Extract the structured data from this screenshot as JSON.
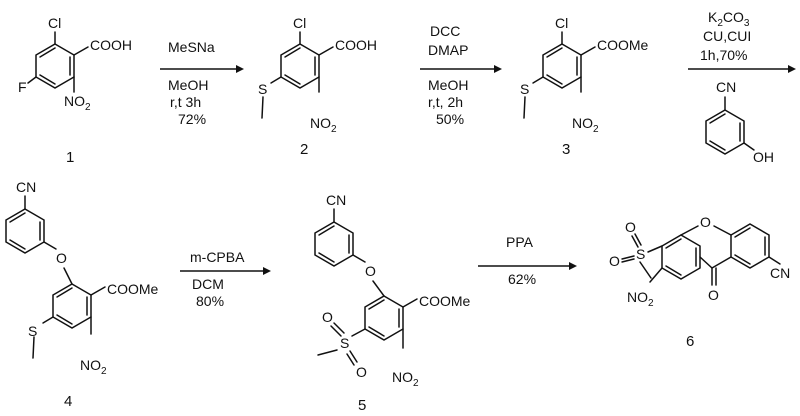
{
  "compounds": [
    {
      "number": "1"
    },
    {
      "number": "2"
    },
    {
      "number": "3"
    },
    {
      "number": "4"
    },
    {
      "number": "5"
    },
    {
      "number": "6"
    }
  ],
  "atom_labels": {
    "cl": "Cl",
    "cooh": "COOH",
    "coome": "COOMe",
    "f": "F",
    "no": "NO",
    "two": "2",
    "s": "S",
    "o": "O",
    "cn": "CN",
    "oh": "OH"
  },
  "steps": [
    {
      "reagent": "MeSNa",
      "solvent": "MeOH",
      "conditions": "r,t  3h",
      "yield": "72%"
    },
    {
      "reagent": "DCC",
      "reagent2": "DMAP",
      "solvent": "MeOH",
      "conditions": "r,t,  2h",
      "yield": "50%"
    },
    {
      "reagent_prefix": "K",
      "reagent_sub": "2",
      "reagent_suffix": "CO",
      "reagent_sub2": "3",
      "reagent2": "CU,CUI",
      "conditions": "1h,70%"
    },
    {
      "reagent": "m-CPBA",
      "solvent": "DCM",
      "yield": "80%"
    },
    {
      "reagent": "PPA",
      "yield": "62%"
    }
  ]
}
